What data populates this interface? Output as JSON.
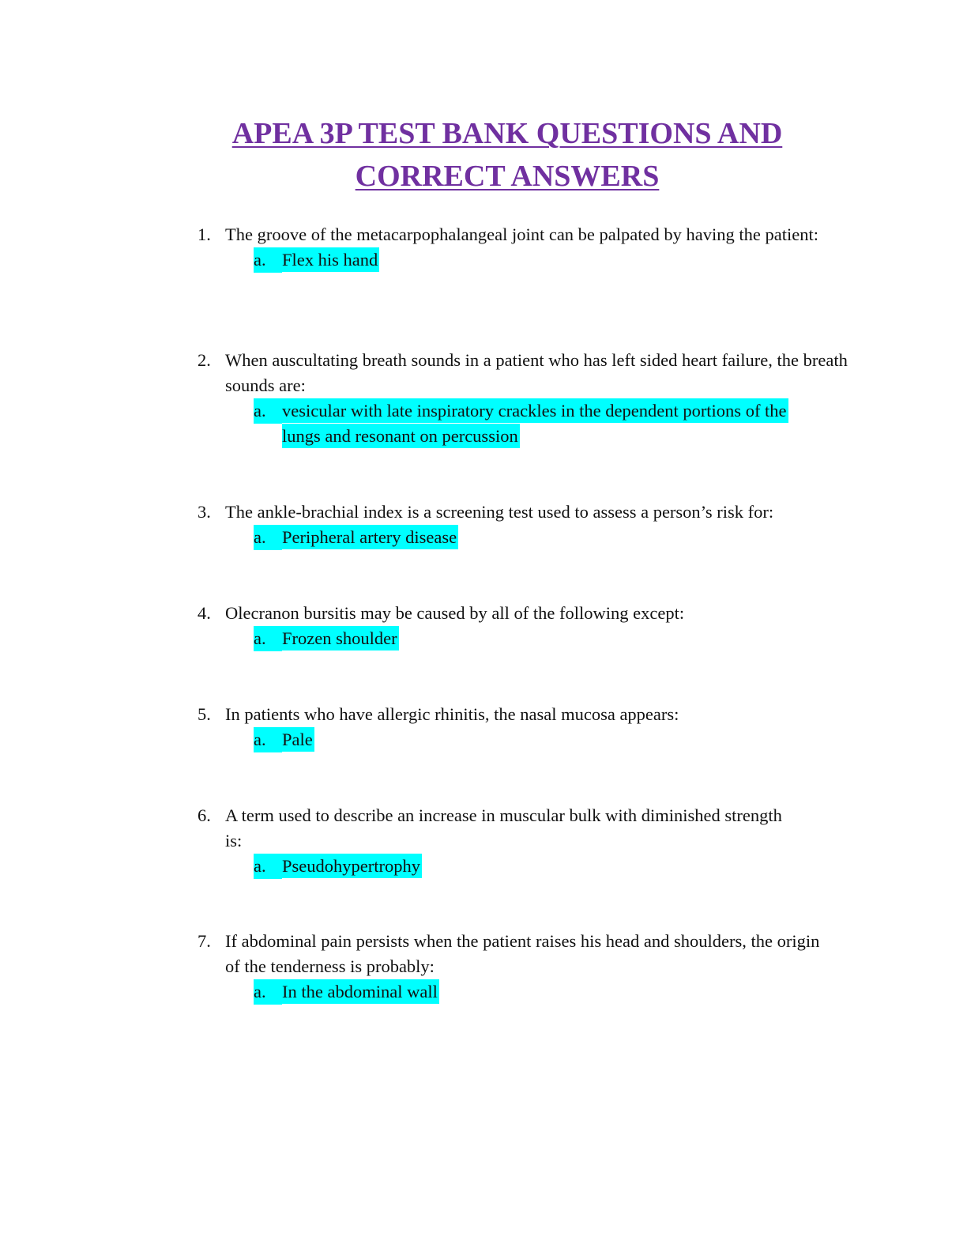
{
  "title": {
    "line1": "APEA 3P TEST BANK QUESTIONS AND",
    "line2": "CORRECT ANSWERS"
  },
  "colors": {
    "title": "#7030a0",
    "highlight": "#00ffff"
  },
  "questions": [
    {
      "number": "1.",
      "text": "The groove of the metacarpophalangeal joint can be palpated by having the patient:",
      "answer_letter": "a.",
      "answer": "Flex his hand"
    },
    {
      "number": "2.",
      "text": "When auscultating breath sounds in a patient who has left sided heart failure, the breath sounds are:",
      "answer_letter": "a.",
      "answer": "vesicular with late inspiratory crackles in the dependent portions of the lungs and resonant on percussion"
    },
    {
      "number": "3.",
      "text": "The ankle-brachial index is a screening test used to assess a person’s risk for:",
      "answer_letter": "a.",
      "answer": "Peripheral artery disease"
    },
    {
      "number": "4.",
      "text": "Olecranon bursitis may be caused by all of the following except:",
      "answer_letter": "a.",
      "answer": "Frozen shoulder"
    },
    {
      "number": "5.",
      "text": "In patients who have allergic rhinitis, the nasal mucosa appears:",
      "answer_letter": "a.",
      "answer": "Pale"
    },
    {
      "number": "6.",
      "text": "A term used to describe an increase in muscular bulk with diminished strength is:",
      "answer_letter": "a.",
      "answer": "Pseudohypertrophy"
    },
    {
      "number": "7.",
      "text": "If abdominal pain persists when the patient raises his head and shoulders, the origin of the tenderness is probably:",
      "answer_letter": "a.",
      "answer": "In the abdominal wall"
    }
  ]
}
